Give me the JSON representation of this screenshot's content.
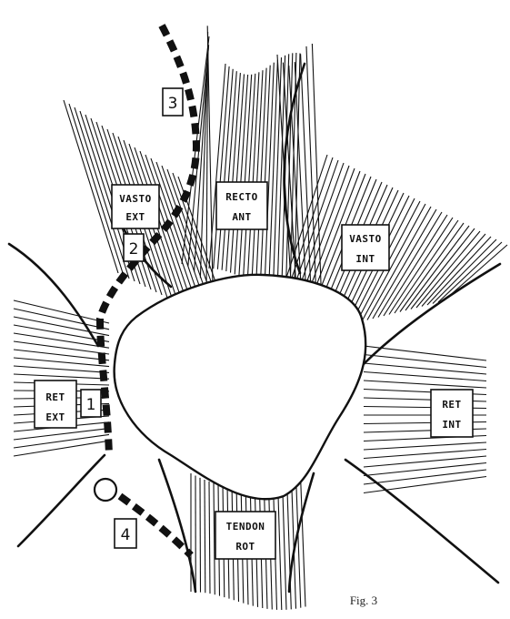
{
  "labels": {
    "vasto_ext": [
      "VASTO",
      "EXT"
    ],
    "recto_ant": [
      "RECTO",
      "ANT"
    ],
    "vasto_int": [
      "VASTO",
      "INT"
    ],
    "ret_ext": [
      "RET",
      "EXT"
    ],
    "ret_int": [
      "RET",
      "INT"
    ],
    "tendon_rot": [
      "TENDON",
      "ROT"
    ]
  },
  "markers": [
    "1",
    "2",
    "3",
    "4"
  ],
  "caption": "Fig. 3",
  "colors": {
    "ink": "#111111",
    "paper": "#ffffff"
  }
}
